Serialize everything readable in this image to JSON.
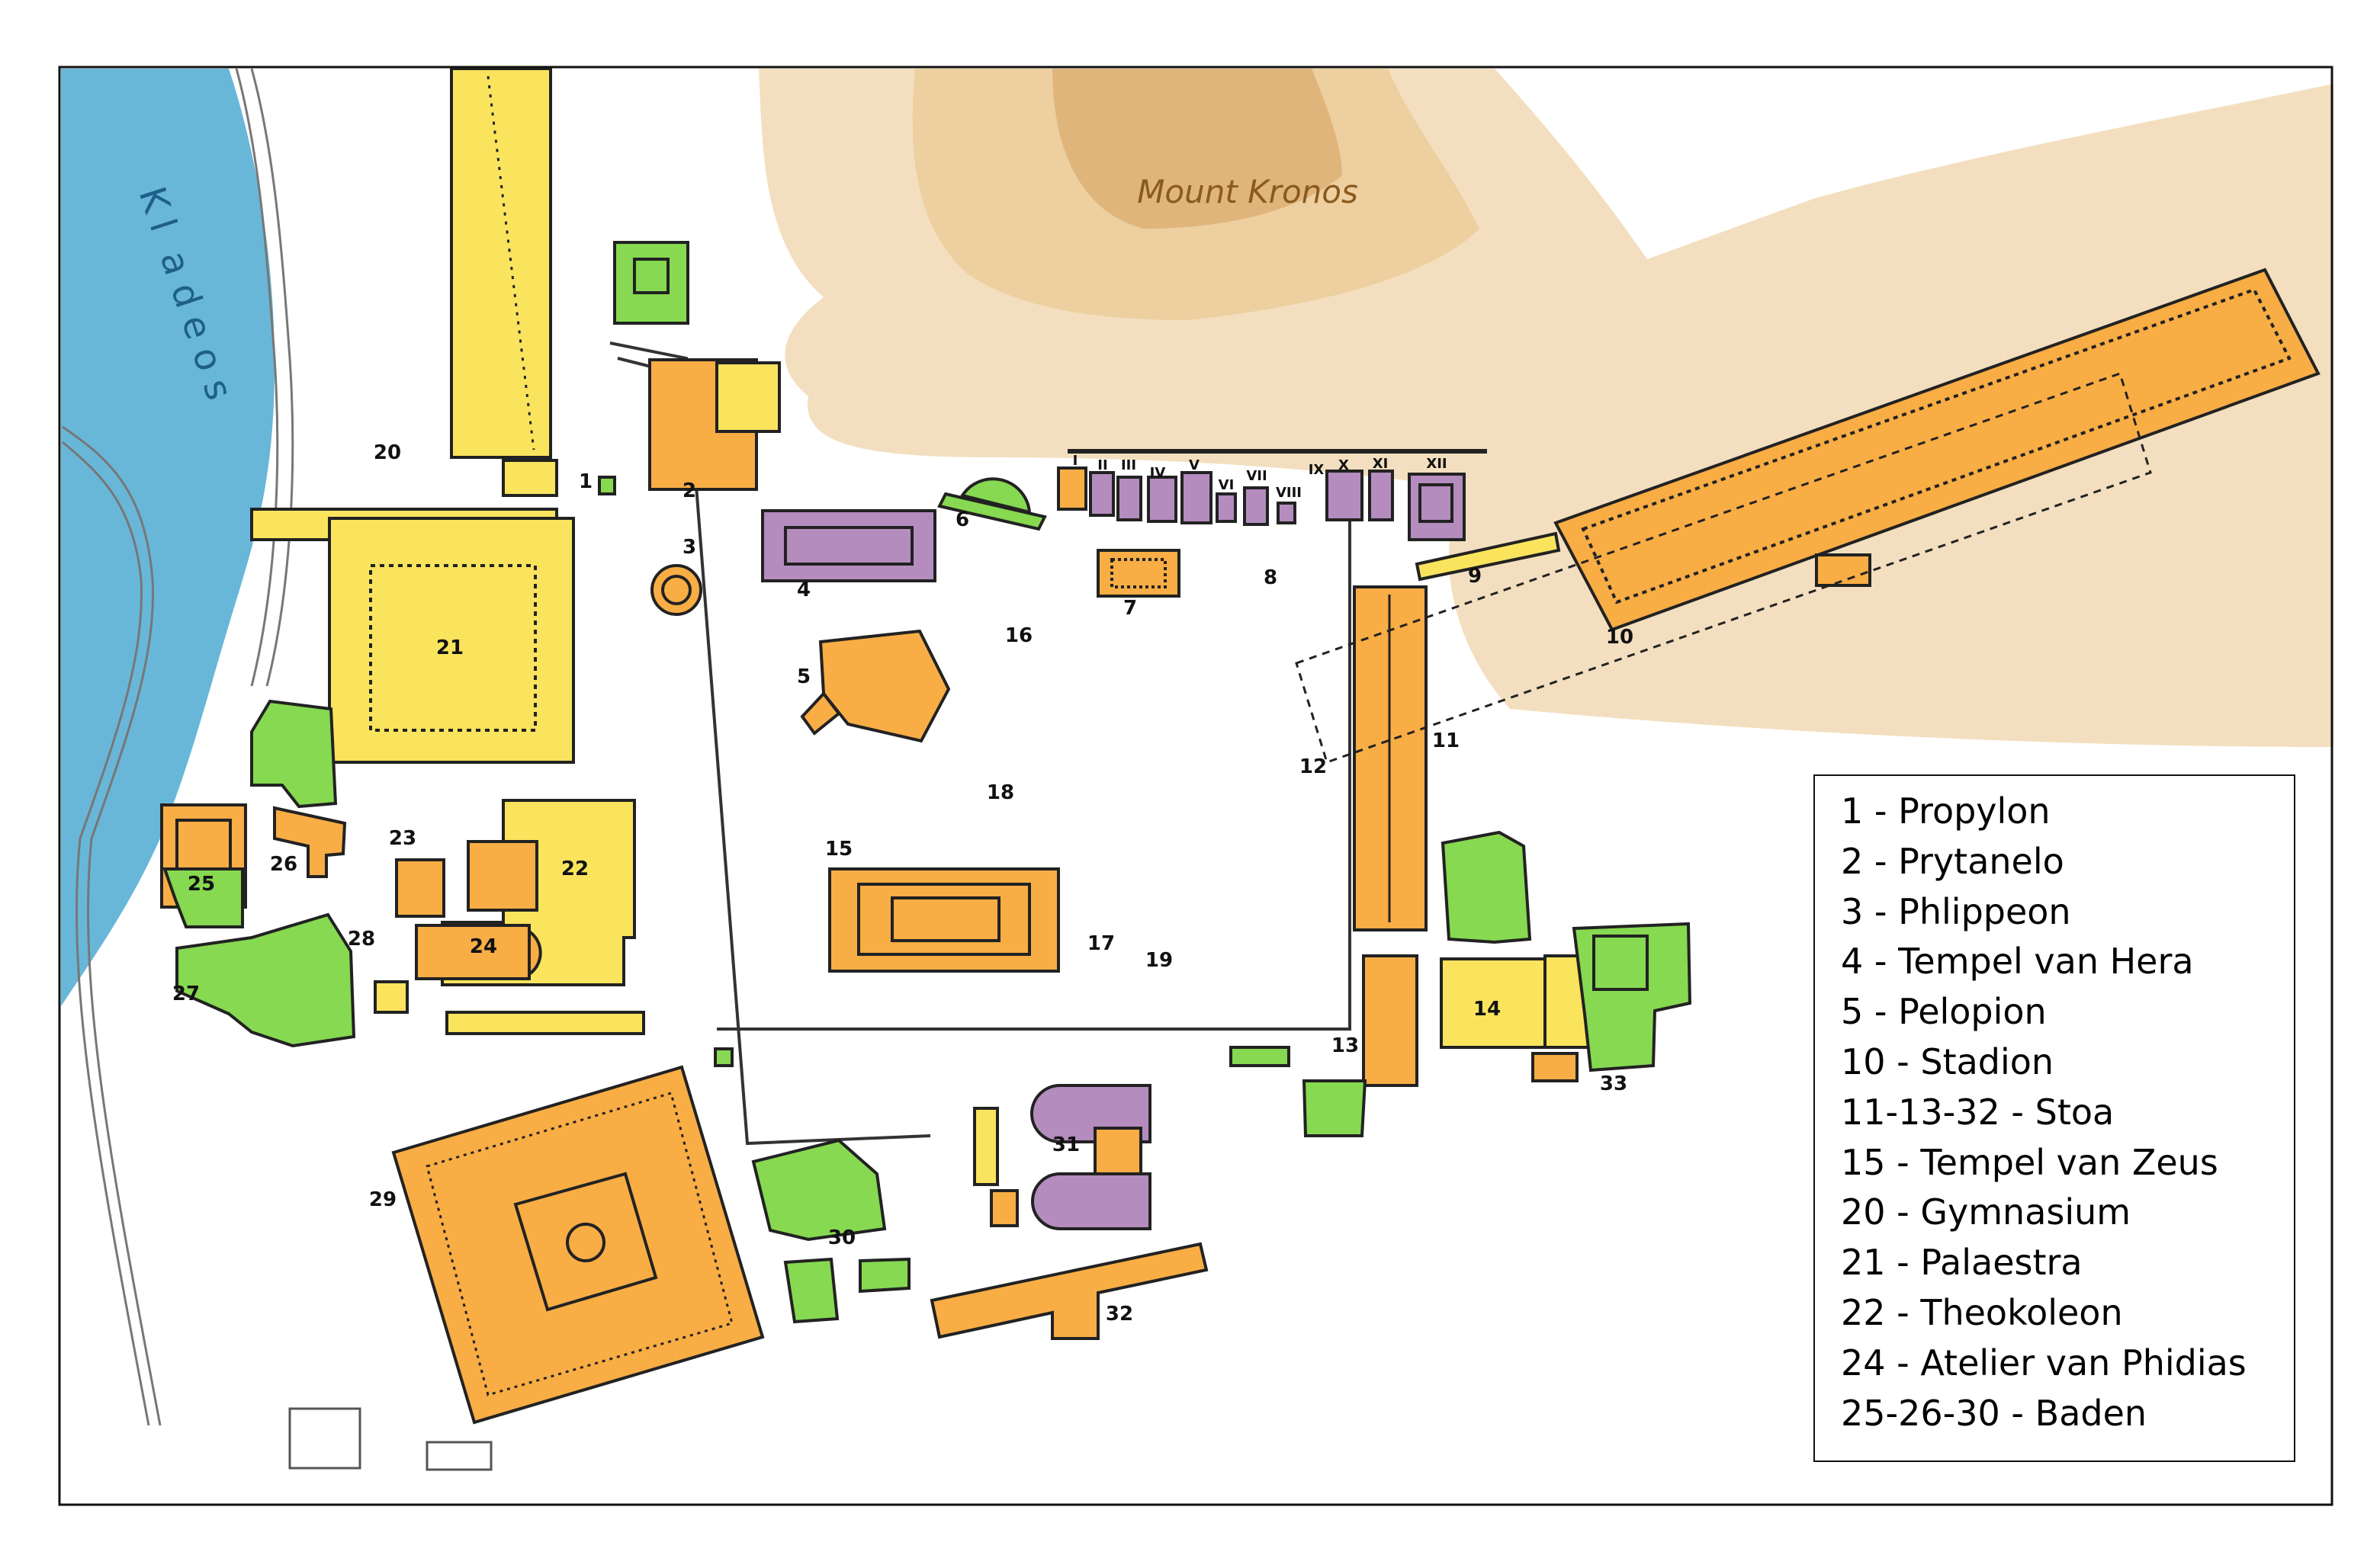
{
  "labels": {
    "river": "Kladeos",
    "mountain": "Mount Kronos"
  },
  "numbers": [
    "1",
    "2",
    "3",
    "4",
    "5",
    "6",
    "7",
    "8",
    "9",
    "10",
    "11",
    "12",
    "13",
    "14",
    "15",
    "16",
    "17",
    "18",
    "19",
    "20",
    "21",
    "22",
    "23",
    "24",
    "25",
    "26",
    "27",
    "28",
    "29",
    "30",
    "31",
    "32",
    "33"
  ],
  "treasuries": [
    "I",
    "II",
    "III",
    "IV",
    "V",
    "VI",
    "VII",
    "VIII",
    "IX",
    "X",
    "XI",
    "XII"
  ],
  "legend": [
    "1 - Propylon",
    "2 - Prytanelo",
    "3 - Phlippeon",
    "4 - Tempel van Hera",
    "5 - Pelopion",
    "10 - Stadion",
    "11-13-32 - Stoa",
    "15 - Tempel van Zeus",
    "20 - Gymnasium",
    "21 - Palaestra",
    "22 - Theokoleon",
    "24 - Atelier van Phidias",
    "25-26-30 - Baden"
  ],
  "colors": {
    "river": "#68b7d8",
    "river_text": "#1f5f88",
    "hill_light": "#f3dfbf",
    "hill_mid": "#edcfa0",
    "hill_dark": "#e0b57c",
    "hill_text": "#8a5a1e",
    "orange": "#f8ad45",
    "yellow": "#fae45e",
    "green": "#86d950",
    "purple": "#b48cbe"
  }
}
